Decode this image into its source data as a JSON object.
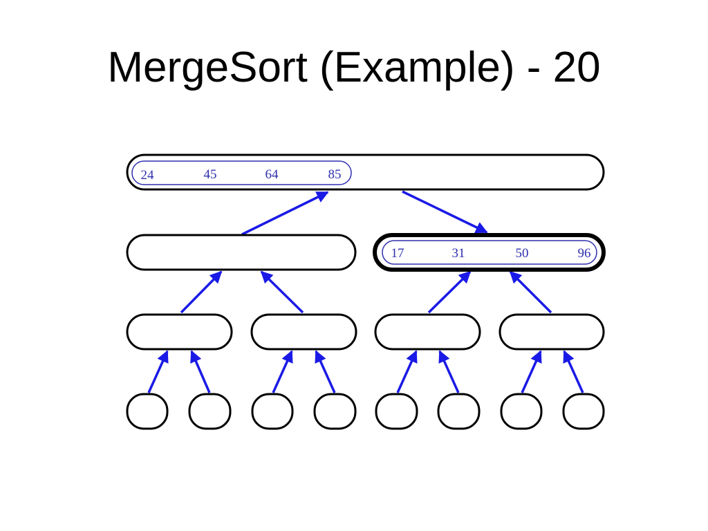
{
  "title": "MergeSort (Example) - 20",
  "colors": {
    "arrow": "#1a1ae6",
    "number": "#2f2fb0",
    "node_stroke": "#000000"
  },
  "diagram": {
    "root_values": [
      "24",
      "45",
      "64",
      "85"
    ],
    "right_child_values": [
      "17",
      "31",
      "50",
      "96"
    ],
    "active_node": "right_child"
  }
}
